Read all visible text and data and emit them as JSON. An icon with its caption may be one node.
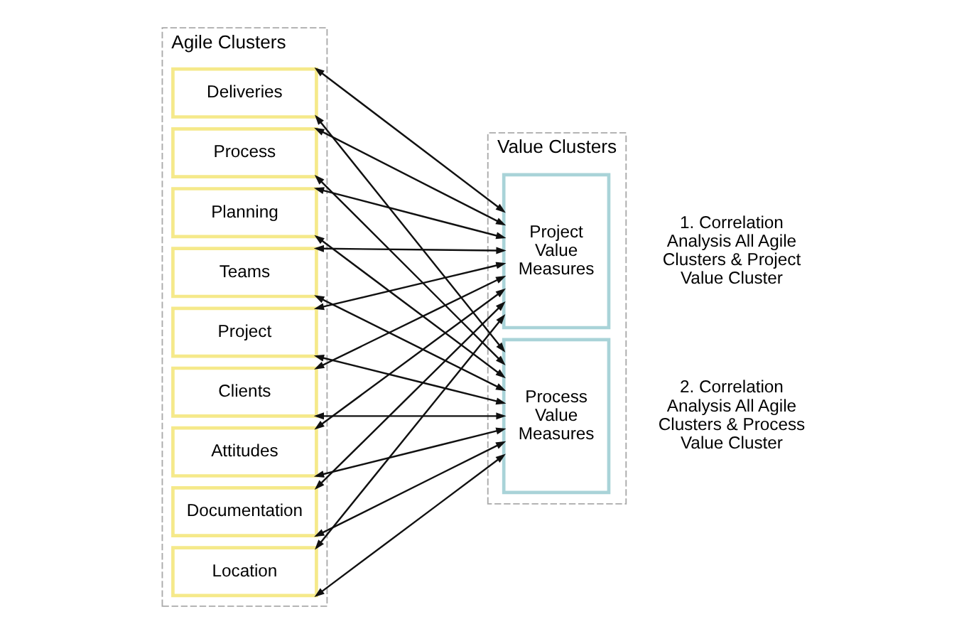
{
  "diagram": {
    "nodes": [
      {
        "text": [
          "Agile Clusters"
        ]
      },
      {
        "text": [
          "Deliveries"
        ],
        "in": 0
      },
      {
        "text": [
          "Process"
        ],
        "in": 0
      },
      {
        "text": [
          "Planning"
        ],
        "in": 0
      },
      {
        "text": [
          "Teams"
        ],
        "in": 0
      },
      {
        "text": [
          "Project"
        ],
        "in": 0
      },
      {
        "text": [
          "Clients"
        ],
        "in": 0
      },
      {
        "text": [
          "Attitudes"
        ],
        "in": 0
      },
      {
        "text": [
          "Documentation"
        ],
        "in": 0
      },
      {
        "text": [
          "Location"
        ],
        "in": 0
      },
      {
        "text": [
          "Value Clusters"
        ]
      },
      {
        "text": [
          "Project Value Measures"
        ],
        "in": 10,
        "beside": [
          "1. Correlation Analysis All Agile Clusters & Project Value Cluster"
        ]
      },
      {
        "text": [
          "Process Value Measures"
        ],
        "in": 10,
        "beside": [
          "2. Correlation Analysis All Agile Clusters & Process Value Cluster"
        ]
      }
    ],
    "edges": [
      {
        "from": 1,
        "to": 11,
        "arrow": "both"
      },
      {
        "from": 1,
        "to": 12,
        "arrow": "both"
      },
      {
        "from": 2,
        "to": 11,
        "arrow": "both"
      },
      {
        "from": 2,
        "to": 12,
        "arrow": "both"
      },
      {
        "from": 3,
        "to": 11,
        "arrow": "both"
      },
      {
        "from": 3,
        "to": 12,
        "arrow": "both"
      },
      {
        "from": 4,
        "to": 11,
        "arrow": "both"
      },
      {
        "from": 4,
        "to": 12,
        "arrow": "both"
      },
      {
        "from": 5,
        "to": 11,
        "arrow": "both"
      },
      {
        "from": 5,
        "to": 12,
        "arrow": "both"
      },
      {
        "from": 6,
        "to": 11,
        "arrow": "both"
      },
      {
        "from": 6,
        "to": 12,
        "arrow": "both"
      },
      {
        "from": 7,
        "to": 11,
        "arrow": "both"
      },
      {
        "from": 7,
        "to": 12,
        "arrow": "both"
      },
      {
        "from": 8,
        "to": 11,
        "arrow": "both"
      },
      {
        "from": 8,
        "to": 12,
        "arrow": "both"
      },
      {
        "from": 9,
        "to": 11,
        "arrow": "both"
      },
      {
        "from": 9,
        "to": 12,
        "arrow": "both"
      }
    ]
  }
}
